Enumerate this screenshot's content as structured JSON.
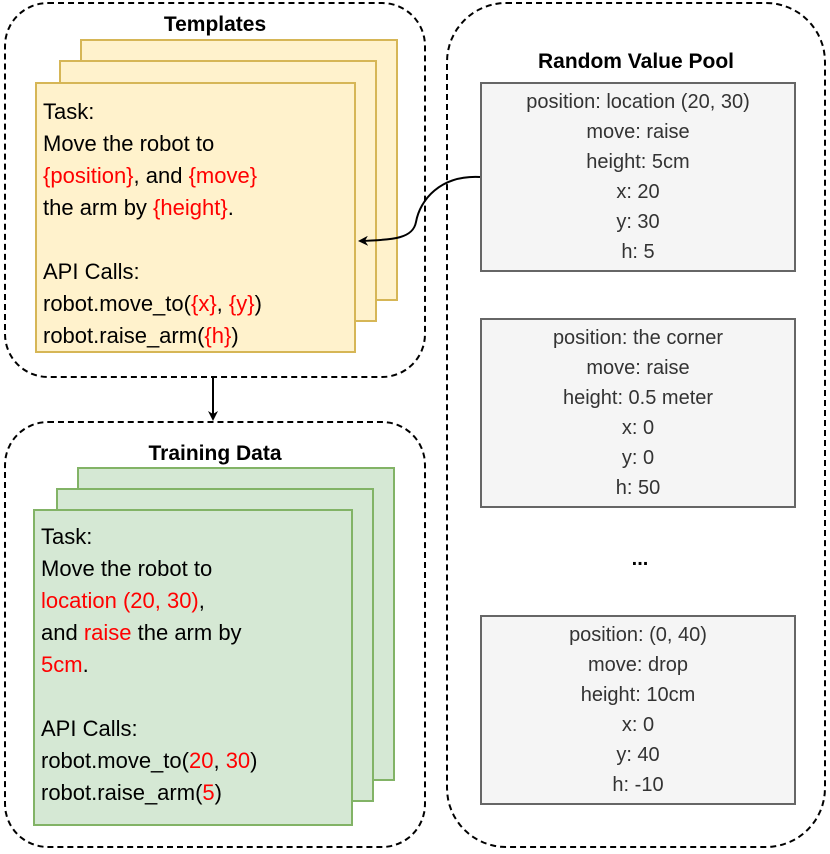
{
  "templates": {
    "title": "Templates",
    "task_label": "Task:",
    "line1": "Move the robot to",
    "ph_position": "{position}",
    "and": ", and ",
    "ph_move": "{move}",
    "line3a": "the arm by ",
    "ph_height": "{height}",
    "period": ".",
    "api_label": "API Calls:",
    "call1_prefix": "robot.move_to(",
    "ph_x": "{x}",
    "comma": ", ",
    "ph_y": "{y}",
    "close": ")",
    "call2_prefix": "robot.raise_arm(",
    "ph_h": "{h}"
  },
  "training": {
    "title": "Training Data",
    "task_label": "Task:",
    "line1": "Move the robot to",
    "v_position": "location (20, 30)",
    "comma_end": ",",
    "and": "and ",
    "v_move": "raise",
    "by": " the arm by",
    "v_height": "5cm",
    "period": ".",
    "api_label": "API Calls:",
    "call1_prefix": "robot.move_to(",
    "v_x": "20",
    "comma": ", ",
    "v_y": "30",
    "close": ")",
    "call2_prefix": "robot.raise_arm(",
    "v_h": "5"
  },
  "pool": {
    "title": "Random Value Pool",
    "ellipsis": "...",
    "boxes": [
      {
        "lines": [
          "position: location (20, 30)",
          "move: raise",
          "height: 5cm",
          "x: 20",
          "y: 30",
          "h: 5"
        ]
      },
      {
        "lines": [
          "position: the corner",
          "move: raise",
          "height: 0.5 meter",
          "x: 0",
          "y: 0",
          "h: 50"
        ]
      },
      {
        "lines": [
          "position: (0, 40)",
          "move: drop",
          "height: 10cm",
          "x: 0",
          "y: 40",
          "h: -10"
        ]
      }
    ]
  }
}
